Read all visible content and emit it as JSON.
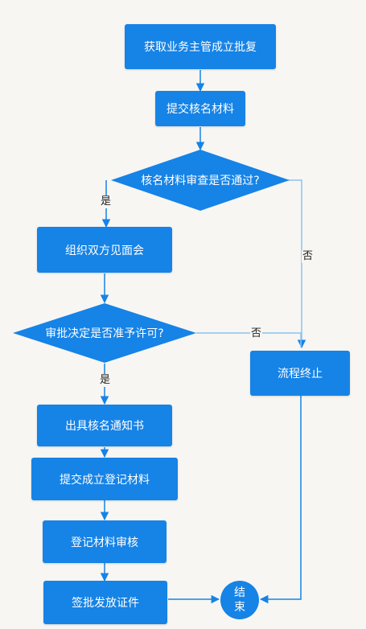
{
  "nodes": {
    "get_approval": "获取业务主管成立批复",
    "submit_name_materials": "提交核名材料",
    "name_check": "核名材料审查是否通过?",
    "organize_meeting": "组织双方见面会",
    "approval_decision": "审批决定是否准予许可?",
    "terminate": "流程终止",
    "issue_notice": "出具核名通知书",
    "submit_reg_materials": "提交成立登记材料",
    "review_reg": "登记材料审核",
    "issue_certificate": "签批发放证件",
    "end_line1": "结",
    "end_line2": "束"
  },
  "edge_labels": {
    "yes1": "是",
    "no1": "否",
    "no2": "否",
    "yes2": "是"
  },
  "colors": {
    "node_fill": "#1683e6",
    "line": "#1683e6",
    "line_light": "#8cc2ee",
    "text": "#ffffff"
  }
}
